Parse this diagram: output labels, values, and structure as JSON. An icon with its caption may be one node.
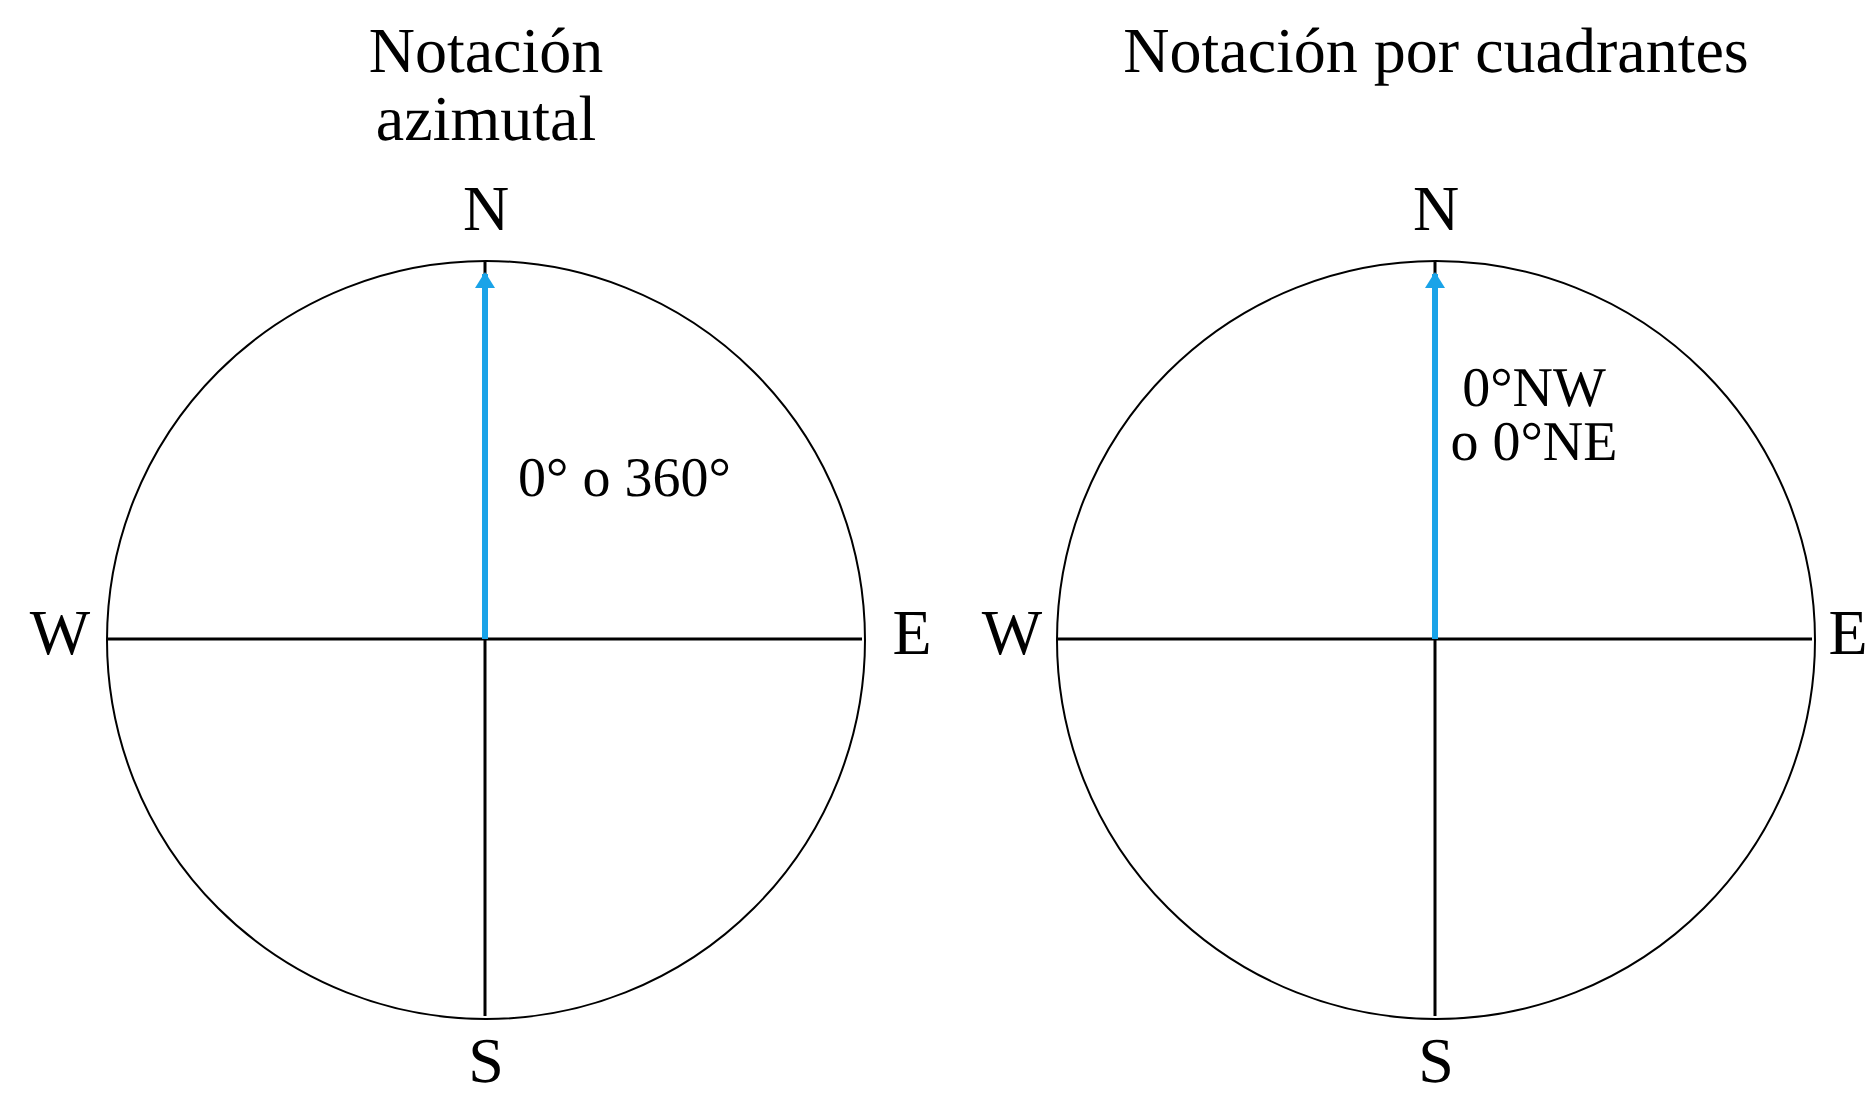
{
  "diagram": {
    "nodes": [
      {
        "text": [
          "0° o 360°"
        ]
      },
      {
        "text": [
          "0°NW o 0°NE"
        ]
      }
    ],
    "labels": [
      "Notación azimutal",
      "Notación por cuadrantes",
      "N",
      "N",
      "W",
      "E",
      "W",
      "E",
      "S",
      "S"
    ]
  }
}
